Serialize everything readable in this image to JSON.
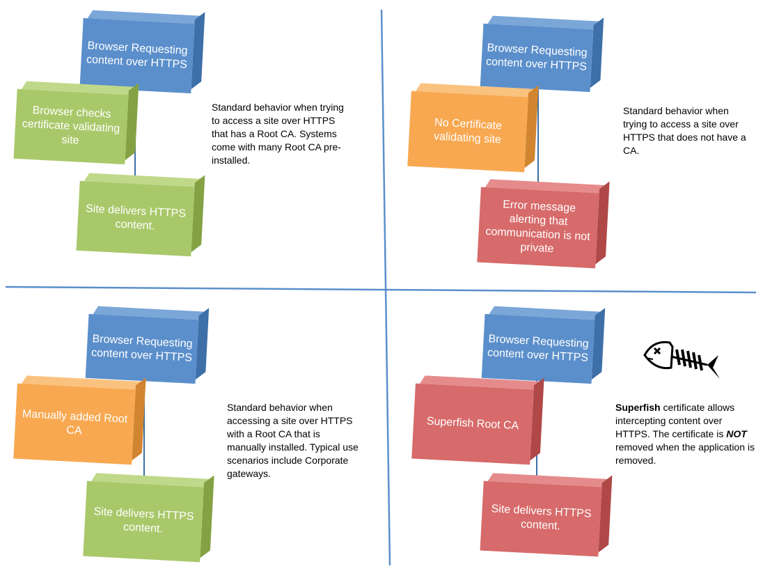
{
  "quadrants": {
    "top_left": {
      "request_box": "Browser Requesting content over HTTPS",
      "middle_box": "Browser checks certificate validating site",
      "bottom_box": "Site delivers HTTPS content.",
      "note": "Standard behavior when trying to access a site over HTTPS that has a Root CA. Systems come with many Root CA pre-installed."
    },
    "top_right": {
      "request_box": "Browser Requesting content over HTTPS",
      "middle_box": "No Certificate validating site",
      "bottom_box": "Error message alerting that communication is not private",
      "note": "Standard behavior when trying to access a site over HTTPS that does not have a CA."
    },
    "bottom_left": {
      "request_box": "Browser Requesting content over HTTPS",
      "middle_box": "Manually added Root CA",
      "bottom_box": "Site delivers HTTPS content.",
      "note": "Standard behavior when accessing a site over HTTPS with a Root CA that is manually installed. Typical use scenarios include Corporate gateways."
    },
    "bottom_right": {
      "request_box": "Browser Requesting content over HTTPS",
      "middle_box": "Superfish Root CA",
      "bottom_box": "Site delivers HTTPS content.",
      "note_bold": "Superfish",
      "note_part1": " certificate allows intercepting content over HTTPS. The certificate is ",
      "note_emphasis": "NOT",
      "note_part2": " removed when the application is removed.",
      "icon": "dead-fish-icon"
    }
  },
  "colors": {
    "blue": "#5b8fcb",
    "green": "#a9c86a",
    "orange": "#f8a850",
    "red": "#d76a6a",
    "divider": "#5b8fcb"
  }
}
